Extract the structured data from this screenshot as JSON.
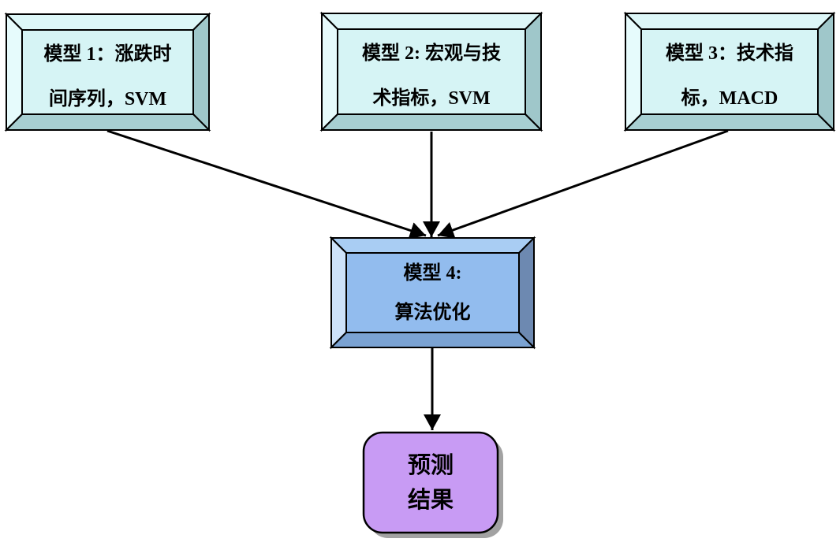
{
  "diagram": {
    "title": "model-fusion-flowchart",
    "background": "#ffffff",
    "colors": {
      "line": "#000000",
      "cyan_fill": "#d6f4f5",
      "cyan_bevel_top": "#ddf7f8",
      "cyan_bevel_left": "#e6fbfc",
      "cyan_bevel_right": "#9fc7ca",
      "cyan_bevel_bottom": "#a7cfd2",
      "blue_fill": "#92bcee",
      "blue_bevel_top": "#a9cdf3",
      "blue_bevel_left": "#cde2fa",
      "blue_bevel_right": "#6d89b1",
      "blue_bevel_bottom": "#7ba3d3",
      "purple_fill": "#c89bf4",
      "shadow": "#a2a2a2",
      "text": "#000000"
    },
    "nodes": {
      "model1": {
        "id": "model1",
        "shape": "beveled-box",
        "lines": [
          "模型 1：涨跌时",
          "间序列，SVM"
        ]
      },
      "model2": {
        "id": "model2",
        "shape": "beveled-box",
        "lines": [
          "模型 2: 宏观与技",
          "术指标，SVM"
        ]
      },
      "model3": {
        "id": "model3",
        "shape": "beveled-box",
        "lines": [
          "模型 3：技术指",
          "标，MACD"
        ]
      },
      "model4": {
        "id": "model4",
        "shape": "beveled-box",
        "lines": [
          "模型 4:",
          "算法优化"
        ]
      },
      "result": {
        "id": "result",
        "shape": "rounded-box",
        "lines": [
          "预测",
          "结果"
        ]
      }
    },
    "edges": [
      {
        "from": "model1",
        "to": "model4",
        "style": "arrow"
      },
      {
        "from": "model2",
        "to": "model4",
        "style": "arrow"
      },
      {
        "from": "model3",
        "to": "model4",
        "style": "arrow"
      },
      {
        "from": "model4",
        "to": "result",
        "style": "arrow"
      }
    ]
  }
}
